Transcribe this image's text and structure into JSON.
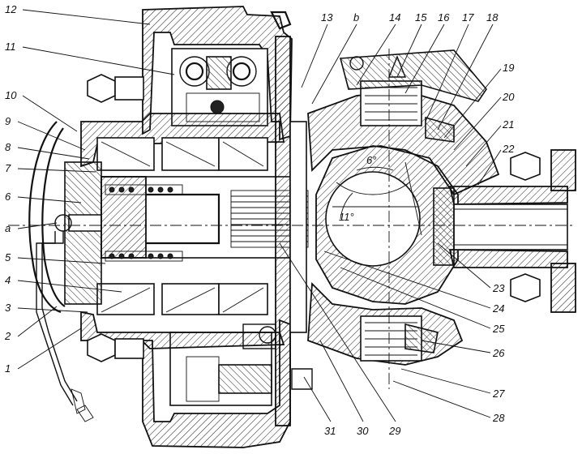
{
  "callouts_left": [
    "12",
    "11",
    "10",
    "9",
    "8",
    "7",
    "6",
    "a",
    "5",
    "4",
    "3",
    "2",
    "1"
  ],
  "callouts_top": [
    "13",
    "b",
    "14",
    "15",
    "16",
    "17",
    "18",
    "19",
    "20",
    "21",
    "22"
  ],
  "callouts_right": [
    "23",
    "24",
    "25",
    "26",
    "27",
    "28"
  ],
  "callouts_bottom": [
    "31",
    "30",
    "29"
  ],
  "angle_labels": [
    "6°",
    "11°"
  ]
}
